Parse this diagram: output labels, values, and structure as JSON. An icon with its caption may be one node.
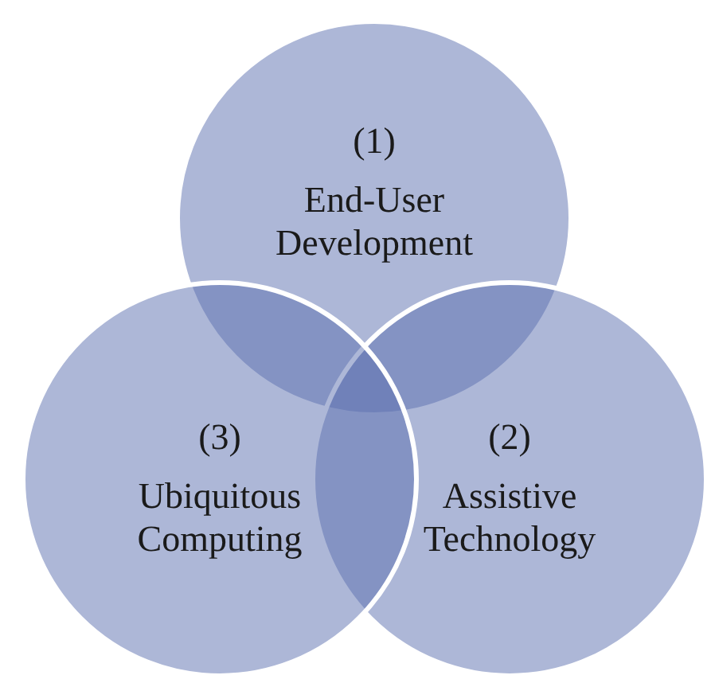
{
  "diagram": {
    "nodes": [
      {
        "text": [
          "(1)",
          "End-User Development"
        ]
      },
      {
        "text": [
          "(2)",
          "Assistive Technology"
        ]
      },
      {
        "text": [
          "(3)",
          "Ubiquitous Computing"
        ]
      }
    ]
  }
}
